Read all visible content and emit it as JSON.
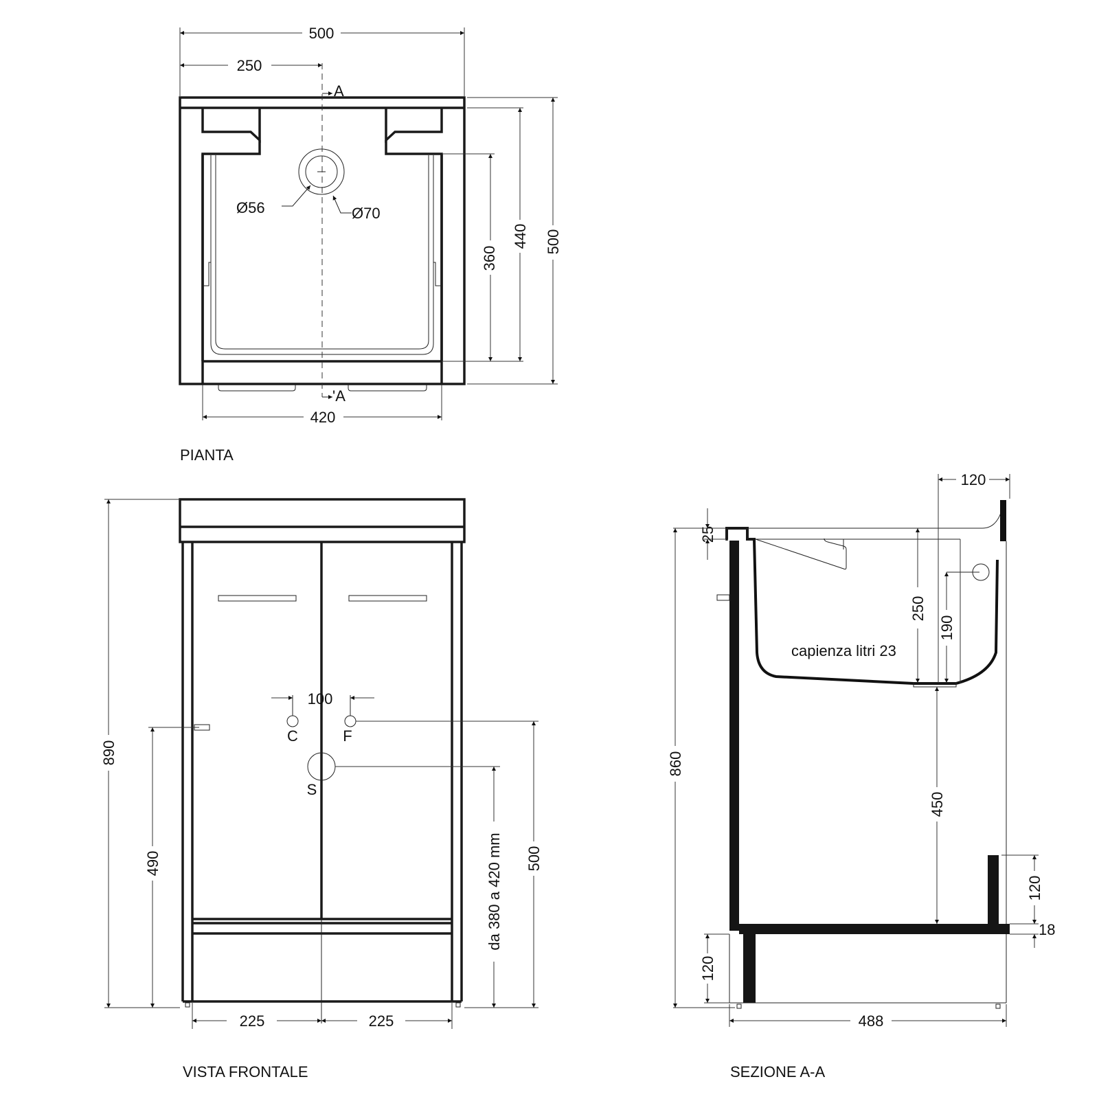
{
  "views": {
    "plan": {
      "caption": "PIANTA",
      "section_mark_top": "A",
      "section_mark_bottom": "'A",
      "dims": {
        "overall_width": "500",
        "half_width": "250",
        "inner_width": "420",
        "basin_depth": "360",
        "inner_depth": "440",
        "overall_depth": "500",
        "drain_inner_diameter": "Ø56",
        "drain_outer_diameter": "Ø70"
      }
    },
    "front": {
      "caption": "VISTA FRONTALE",
      "dims": {
        "total_height": "890",
        "overflow_height": "490",
        "drain_height_range": "da 380 a 420 mm",
        "supply_height": "500",
        "supply_spacing": "100",
        "left_door_width": "225",
        "right_door_width": "225"
      },
      "markers": {
        "hot": "C",
        "cold": "F",
        "drain": "S"
      }
    },
    "section": {
      "caption": "SEZIONE A-A",
      "capacity_note": "capienza litri 23",
      "dims": {
        "rim_thickness": "25",
        "back_offset": "120",
        "basin_height": "250",
        "overflow_height": "190",
        "total_height": "860",
        "under_basin_clearance": "450",
        "back_panel_height": "120",
        "shelf_thickness": "18",
        "plinth_height": "120",
        "depth": "488"
      }
    }
  },
  "colors": {
    "line": "#1a1a1a",
    "background": "#ffffff"
  }
}
